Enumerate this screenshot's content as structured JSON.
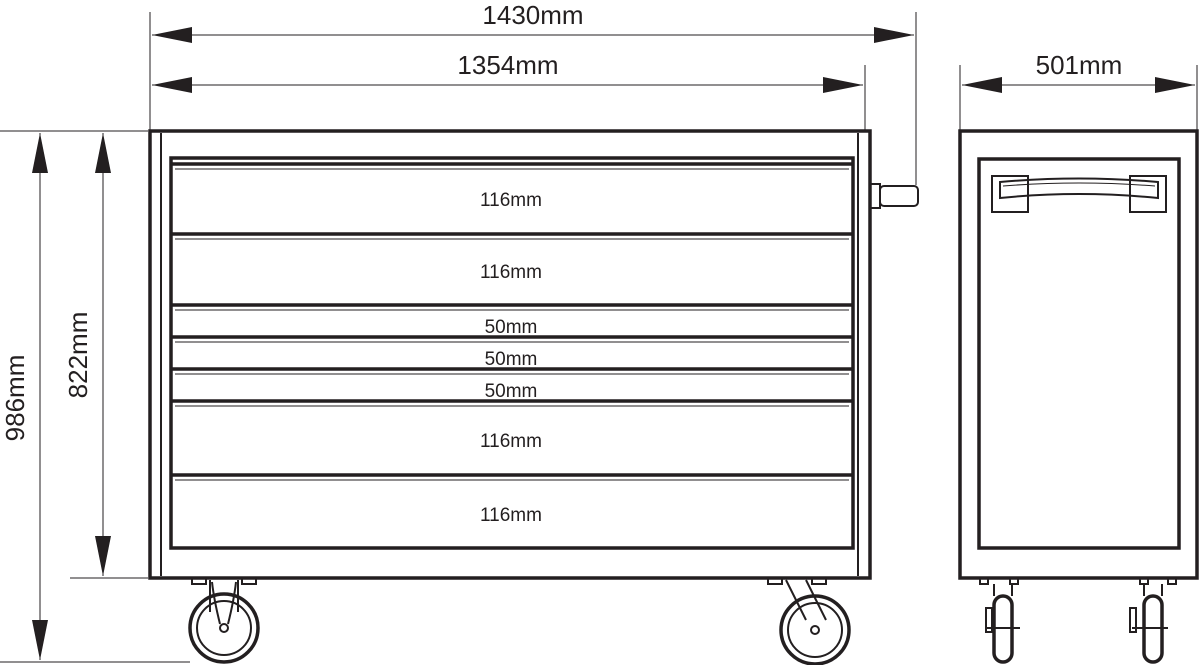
{
  "dimensions": {
    "overall_width": "1430mm",
    "body_width": "1354mm",
    "depth": "501mm",
    "overall_height": "986mm",
    "body_height": "822mm"
  },
  "drawers": [
    {
      "label": "116mm"
    },
    {
      "label": "116mm"
    },
    {
      "label": "50mm"
    },
    {
      "label": "50mm"
    },
    {
      "label": "50mm"
    },
    {
      "label": "116mm"
    },
    {
      "label": "116mm"
    }
  ],
  "colors": {
    "line": "#231f20",
    "background": "#ffffff"
  }
}
